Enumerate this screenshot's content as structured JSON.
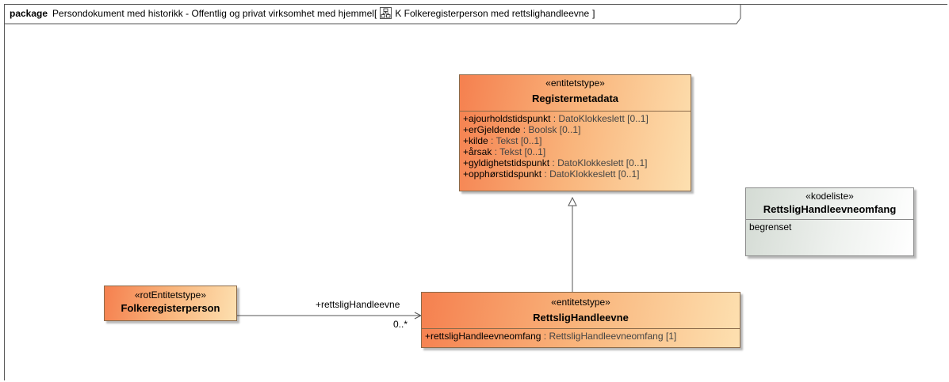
{
  "frame": {
    "keyword": "package",
    "title": "Persondokument med historikk - Offentlig og privat virksomhet med hjemmel",
    "bracket_open": "[",
    "diagram_name": "K Folkeregisterperson med rettslighandleevne",
    "bracket_close": "]",
    "diagram_icon": "class-diagram-icon"
  },
  "classes": {
    "registermetadata": {
      "stereotype": "«entitetstype»",
      "name": "Registermetadata",
      "attributes": [
        {
          "name": "+ajourholdstidspunkt",
          "type": " : DatoKlokkeslett [0..1]"
        },
        {
          "name": "+erGjeldende",
          "type": " : Boolsk [0..1]"
        },
        {
          "name": "+kilde",
          "type": " : Tekst [0..1]"
        },
        {
          "name": "+årsak",
          "type": " : Tekst [0..1]"
        },
        {
          "name": "+gyldighetstidspunkt",
          "type": " : DatoKlokkeslett [0..1]"
        },
        {
          "name": "+opphørstidspunkt",
          "type": " : DatoKlokkeslett [0..1]"
        }
      ]
    },
    "kodeliste": {
      "stereotype": "«kodeliste»",
      "name": "RettsligHandleevneomfang",
      "literals": [
        "begrenset"
      ]
    },
    "folkeregisterperson": {
      "stereotype": "«rotEntitetstype»",
      "name": "Folkeregisterperson"
    },
    "rettslighandleevne": {
      "stereotype": "«entitetstype»",
      "name": "RettsligHandleevne",
      "attributes": [
        {
          "name": "+rettsligHandleevneomfang",
          "type": " : RettsligHandleevneomfang [1]"
        }
      ]
    }
  },
  "association": {
    "role": "+rettsligHandleevne",
    "multiplicity": "0..*"
  },
  "colors": {
    "entity_start": "#f5804f",
    "entity_end": "#fde0b0",
    "codelist_start": "#d4dbd4",
    "codelist_end": "#ffffff",
    "line": "#555555"
  }
}
